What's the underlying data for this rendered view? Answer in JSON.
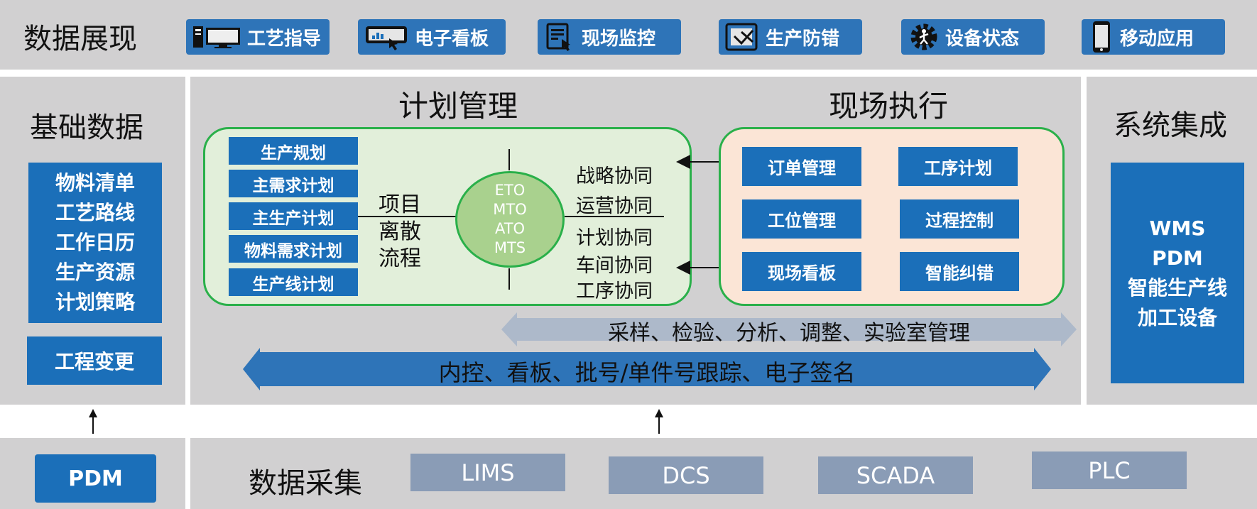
{
  "header": {
    "title": "数据展现",
    "buttons": [
      {
        "label": "工艺指导",
        "icon": "monitor-icon"
      },
      {
        "label": "电子看板",
        "icon": "touch-board-icon"
      },
      {
        "label": "现场监控",
        "icon": "document-touch-icon"
      },
      {
        "label": "生产防错",
        "icon": "tablet-check-icon"
      },
      {
        "label": "设备状态",
        "icon": "gear-person-icon"
      },
      {
        "label": "移动应用",
        "icon": "phone-icon"
      }
    ]
  },
  "basic_data": {
    "title": "基础数据",
    "items": [
      "物料清单",
      "工艺路线",
      "工作日历",
      "生产资源",
      "计划策略"
    ],
    "change": "工程变更"
  },
  "plan_management": {
    "title": "计划管理",
    "items": [
      "生产规划",
      "主需求计划",
      "主生产计划",
      "物料需求计划",
      "生产线计划"
    ],
    "modes": [
      "项目",
      "离散",
      "流程"
    ],
    "circle_labels": [
      "ETO",
      "MTO",
      "ATO",
      "MTS"
    ],
    "collaborations": [
      "战略协同",
      "运营协同",
      "计划协同",
      "车间协同",
      "工序协同"
    ]
  },
  "field_execution": {
    "title": "现场执行",
    "items": [
      "订单管理",
      "工序计划",
      "工位管理",
      "过程控制",
      "现场看板",
      "智能纠错"
    ]
  },
  "arrows": {
    "lab": "采样、检验、分析、调整、实验室管理",
    "control": "内控、看板、批号/单件号跟踪、电子签名"
  },
  "system_integration": {
    "title": "系统集成",
    "items": [
      "WMS",
      "PDM",
      "智能生产线",
      "加工设备"
    ]
  },
  "data_collection": {
    "pdm": "PDM",
    "title": "数据采集",
    "systems": [
      "LIMS",
      "DCS",
      "SCADA",
      "PLC"
    ]
  },
  "colors": {
    "panel": "#d1d0d1",
    "blue": "#1b6fb9",
    "header_blue": "#2e74b8",
    "plan_bg": "#e2efda",
    "exec_bg": "#fbe5d6",
    "green_border": "#2ab04a",
    "circle": "#a9d18e",
    "gray_box": "#8a9cb6",
    "lab_arrow": "#adb9ca",
    "control_arrow": "#2e74b8"
  }
}
